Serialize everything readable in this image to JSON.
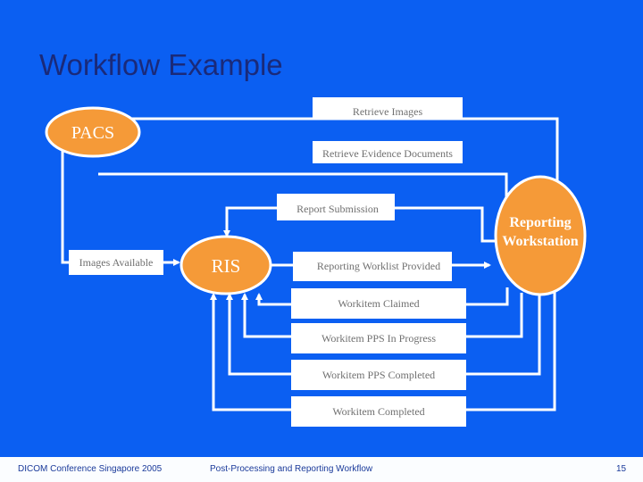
{
  "title": "Workflow Example",
  "nodes": {
    "pacs": "PACS",
    "ris": "RIS",
    "workstation_line1": "Reporting",
    "workstation_line2": "Workstation"
  },
  "messages": {
    "retrieve_images": "Retrieve Images",
    "retrieve_evidence": "Retrieve Evidence Documents",
    "report_submission": "Report Submission",
    "images_available": "Images Available",
    "worklist_provided": "Reporting Worklist Provided",
    "workitem_claimed": "Workitem Claimed",
    "pps_in_progress": "Workitem PPS In Progress",
    "pps_completed": "Workitem PPS Completed",
    "workitem_completed": "Workitem Completed"
  },
  "footer": {
    "left": "DICOM Conference Singapore 2005",
    "center": "Post-Processing and Reporting Workflow",
    "page": "15"
  }
}
